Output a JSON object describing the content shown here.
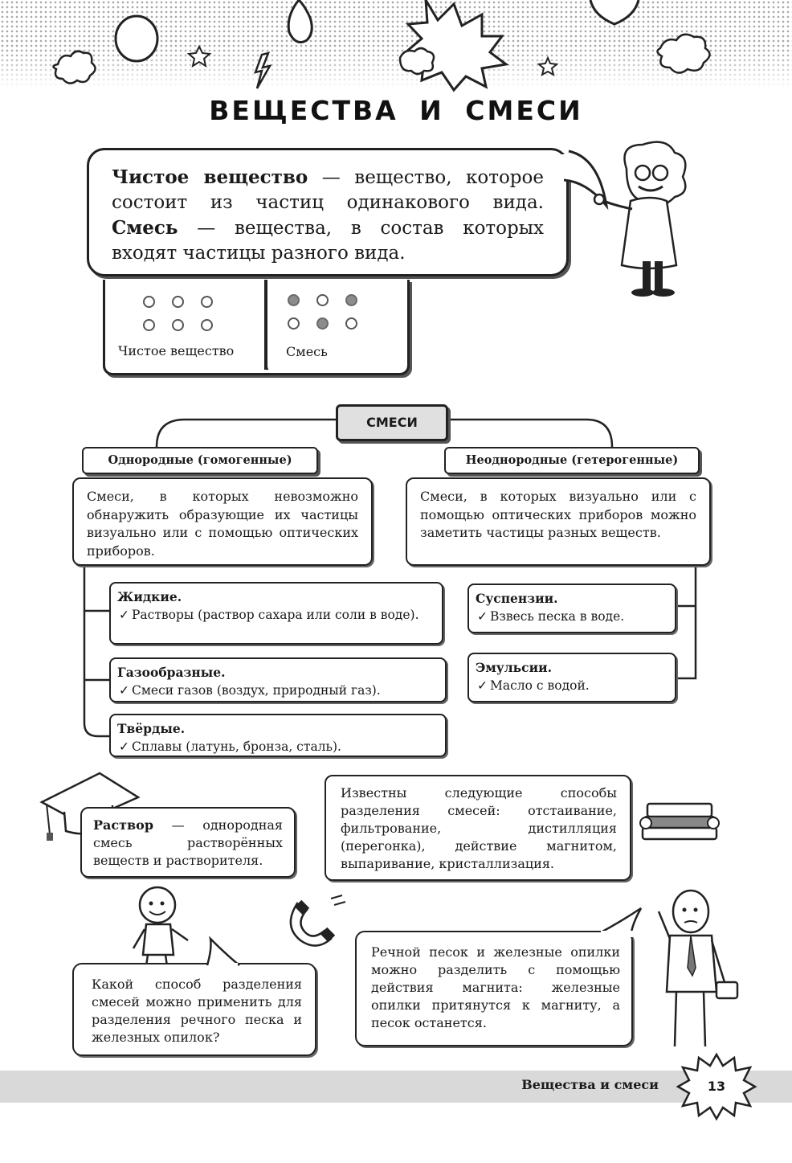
{
  "title": "ВЕЩЕСТВА И СМЕСИ",
  "definition": {
    "pure_term": "Чистое вещество",
    "pure_text": " — вещество, которое состоит из частиц одинакового вида.",
    "mix_term": "Смесь",
    "mix_text": " — вещества, в состав которых входят частицы разного вида."
  },
  "examples": {
    "pure_label": "Чистое вещество",
    "mix_label": "Смесь"
  },
  "tree": {
    "root": "СМЕСИ",
    "homogeneous": {
      "title": "Однородные (гомогенные)",
      "description": "Смеси, в которых невозможно обнаружить образующие их частицы визуально или с помощью оптических приборов.",
      "categories": [
        {
          "name": "Жидкие.",
          "item": "Растворы (раствор сахара или соли в воде)."
        },
        {
          "name": "Газообразные.",
          "item": "Смеси газов (воздух, природный газ)."
        },
        {
          "name": "Твёрдые.",
          "item": "Сплавы (латунь, бронза, сталь)."
        }
      ]
    },
    "heterogeneous": {
      "title": "Неоднородные (гетерогенные)",
      "description": "Смеси, в которых визуально или с помощью оптических приборов можно заметить частицы разных веществ.",
      "categories": [
        {
          "name": "Суспензии.",
          "item": "Взвесь песка в воде."
        },
        {
          "name": "Эмульсии.",
          "item": "Масло с водой."
        }
      ]
    },
    "check": "✓"
  },
  "solution_note": {
    "term": "Раствор",
    "text": " — однородная смесь растворённых веществ и растворителя."
  },
  "separation_note": "Известны следующие способы разделения смесей: отстаивание, фильтрование, дистилляция (перегонка), действие магнитом, выпаривание, кристаллизация.",
  "question": "Какой способ разделения смесей можно применить для разделения речного песка и железных опилок?",
  "answer": "Речной песок и железные опилки можно разделить с помощью действия магнита: железные опилки притянутся к магниту, а песок останется.",
  "footer": {
    "section": "Вещества и смеси",
    "page": "13"
  }
}
